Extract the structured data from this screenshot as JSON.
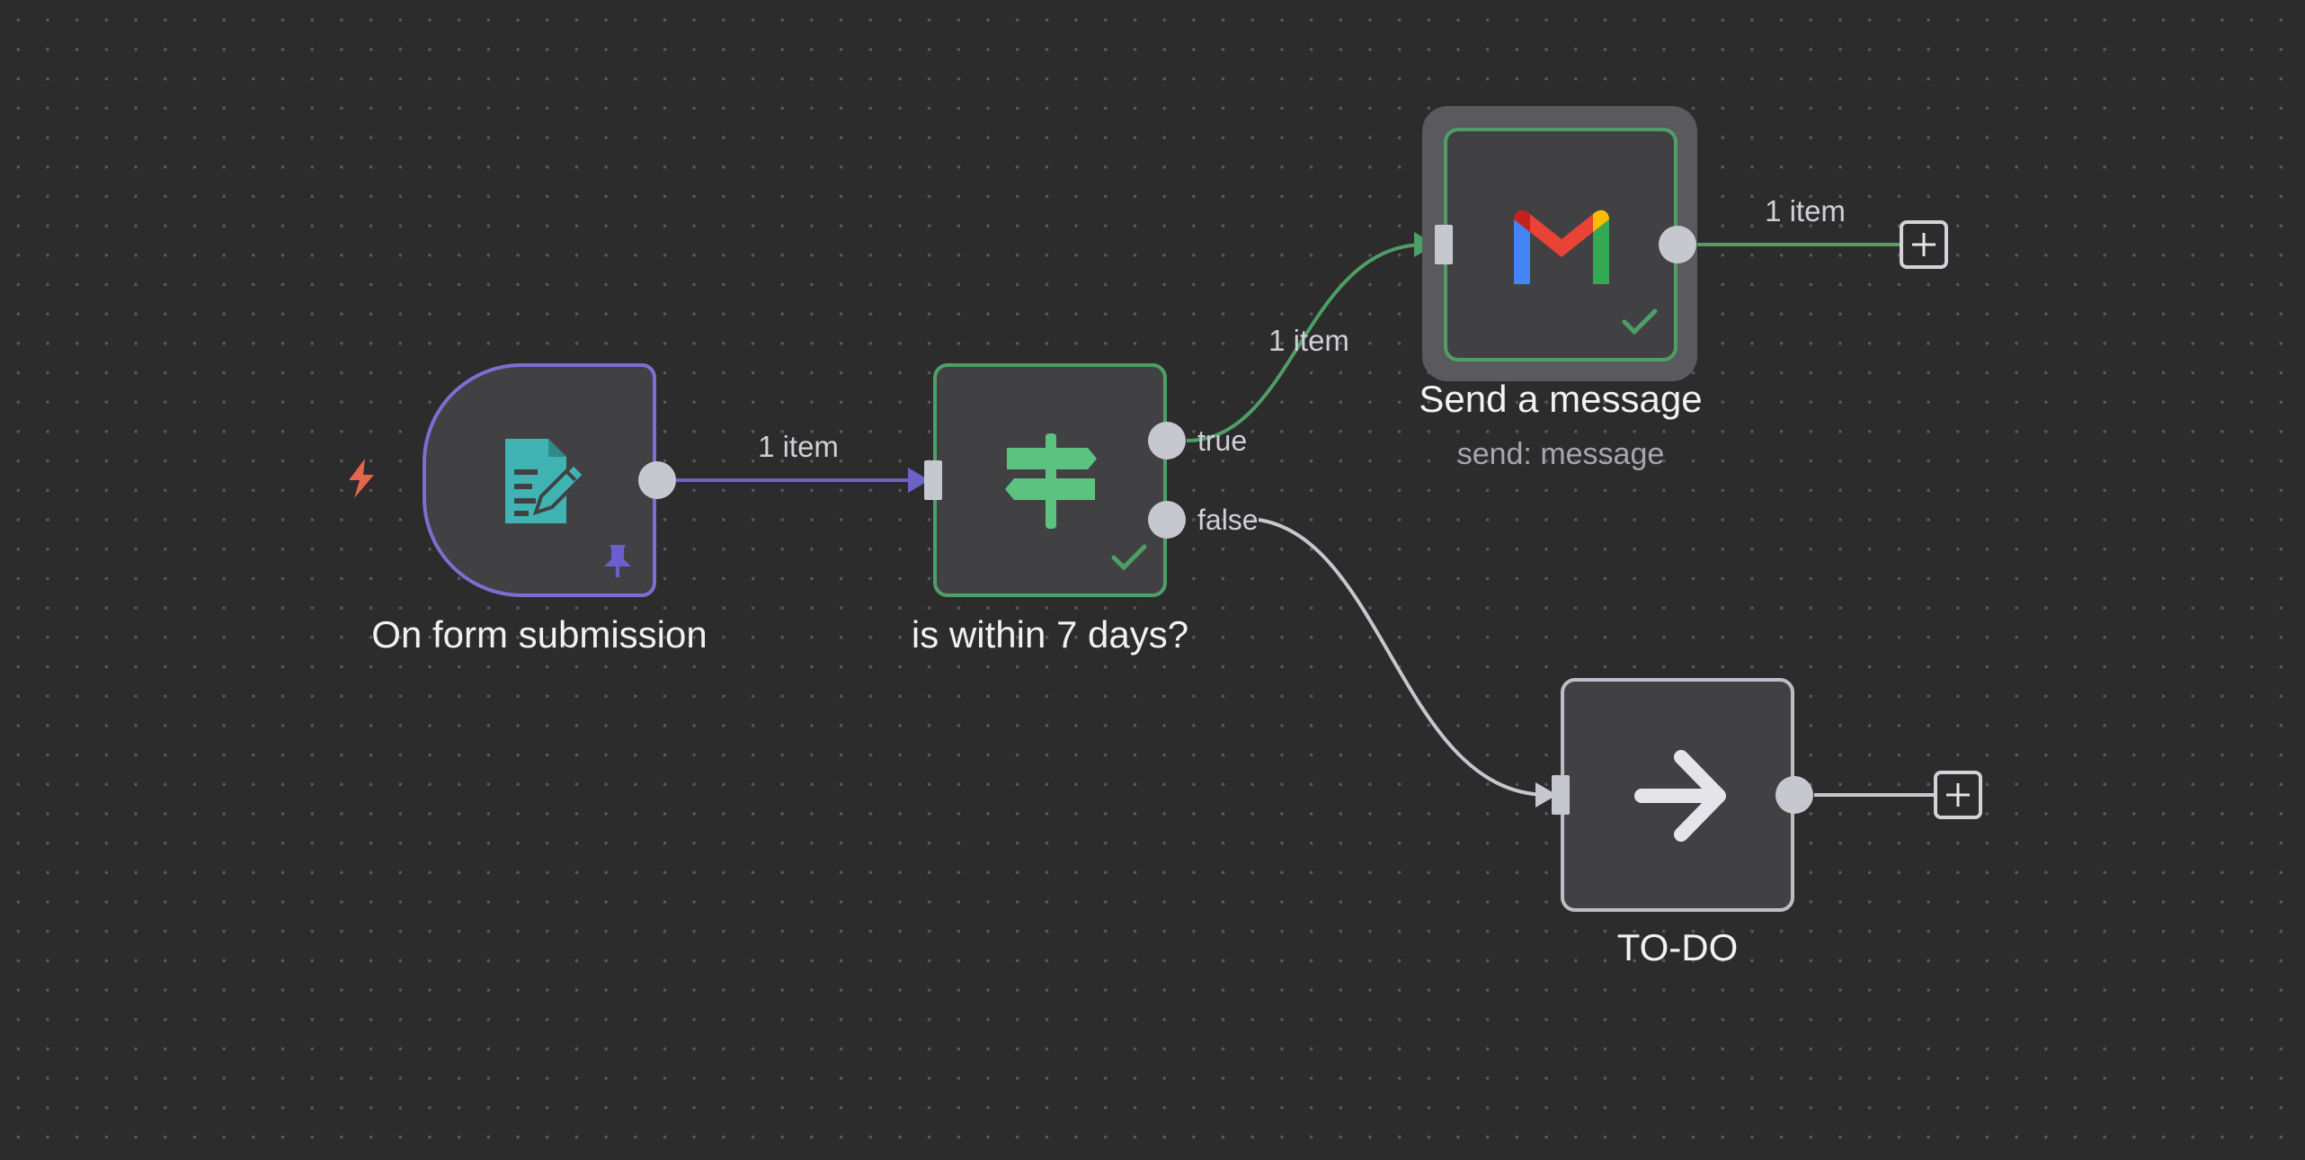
{
  "nodes": {
    "form_trigger": {
      "label": "On form submission",
      "icon": "form-document-icon",
      "accent": "#7b6fd0"
    },
    "if_node": {
      "label": "is within 7 days?",
      "icon": "signpost-icon",
      "accent": "#4f9e65",
      "outputs": {
        "true": "true",
        "false": "false"
      }
    },
    "gmail": {
      "label": "Send a message",
      "sublabel": "send: message",
      "icon": "gmail-icon",
      "accent": "#4f9e65"
    },
    "todo": {
      "label": "TO-DO",
      "icon": "arrow-right-icon"
    }
  },
  "edges": {
    "form_to_if": "1 item",
    "if_true_to_gmail": "1 item",
    "gmail_out": "1 item"
  },
  "colors": {
    "background": "#2c2c2d",
    "trigger_purple": "#7b6fd0",
    "success_green": "#4f9e65",
    "neutral_edge": "#c7c7d0",
    "lightning_red": "#e4664f",
    "form_teal": "#40b3b3",
    "signpost_green": "#5cc27f"
  }
}
